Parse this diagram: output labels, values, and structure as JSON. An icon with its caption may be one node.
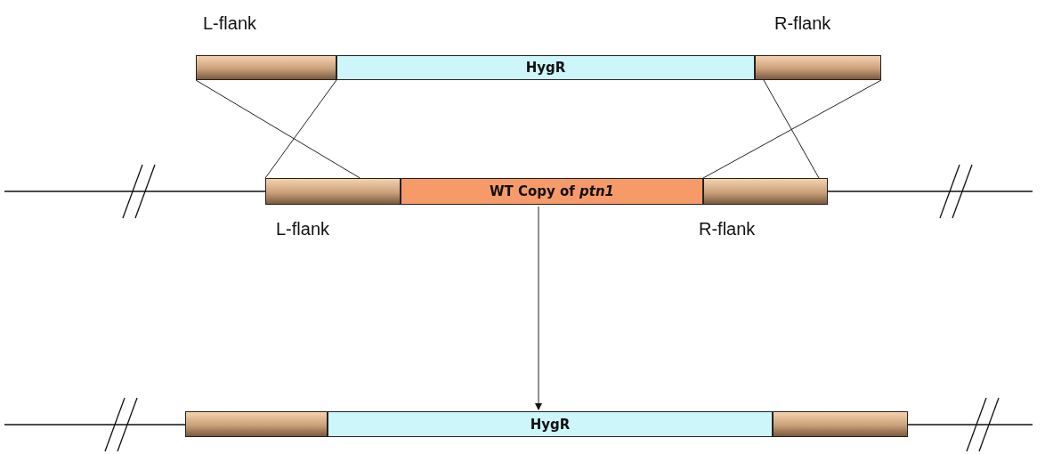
{
  "diagram": {
    "nodes": [
      {
        "text": [],
        "shape": "box",
        "beside": [
          "L-flank"
        ]
      },
      {
        "text": [
          "HygR"
        ]
      },
      {
        "text": [],
        "shape": "box",
        "beside": [
          "R-flank"
        ]
      },
      {
        "text": [],
        "shape": "box",
        "beside": [
          "L-flank"
        ]
      },
      {
        "text": [
          "WT Copy of *ptn1*"
        ]
      },
      {
        "text": [],
        "shape": "box",
        "beside": [
          "R-flank"
        ]
      },
      {
        "text": [],
        "shape": "box"
      },
      {
        "text": [
          "HygR"
        ]
      },
      {
        "text": [],
        "shape": "box"
      }
    ],
    "edges": [
      {
        "from": 0,
        "to": 3,
        "arrow": "none"
      },
      {
        "from": 0,
        "to": 3,
        "arrow": "none"
      },
      {
        "from": 2,
        "to": 5,
        "arrow": "none"
      },
      {
        "from": 2,
        "to": 5,
        "arrow": "none"
      },
      {
        "from": 4,
        "to": 7,
        "arrow": "to"
      }
    ]
  }
}
